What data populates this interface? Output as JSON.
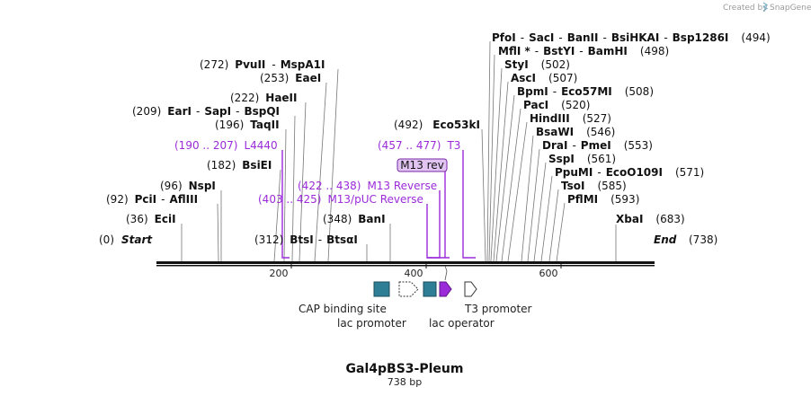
{
  "credit": {
    "created_by": "Created by",
    "brand": "SnapGene"
  },
  "map": {
    "title": "Gal4pBS3-Pleum",
    "length_label": "738 bp",
    "start_label": "Start",
    "start_pos": "(0)",
    "end_label": "End",
    "end_pos": "(738)",
    "ticks": [
      "200",
      "400",
      "600"
    ]
  },
  "sites": [
    {
      "pos": "(494)",
      "names": [
        "PfoI",
        "SacI",
        "BanII",
        "BsiHKAI",
        "Bsp1286I"
      ]
    },
    {
      "pos": "(498)",
      "names": [
        "MflI *",
        "BstYI",
        "BamHI"
      ]
    },
    {
      "pos": "(502)",
      "names": [
        "StyI"
      ]
    },
    {
      "pos": "(507)",
      "names": [
        "AscI"
      ]
    },
    {
      "pos": "(508)",
      "names": [
        "BpmI",
        "Eco57MI"
      ]
    },
    {
      "pos": "(520)",
      "names": [
        "PacI"
      ]
    },
    {
      "pos": "(527)",
      "names": [
        "HindIII"
      ]
    },
    {
      "pos": "(546)",
      "names": [
        "BsaWI"
      ]
    },
    {
      "pos": "(553)",
      "names": [
        "DraI",
        "PmeI"
      ]
    },
    {
      "pos": "(561)",
      "names": [
        "SspI"
      ]
    },
    {
      "pos": "(571)",
      "names": [
        "PpuMI",
        "EcoO109I"
      ]
    },
    {
      "pos": "(585)",
      "names": [
        "TsoI"
      ]
    },
    {
      "pos": "(593)",
      "names": [
        "PflMI"
      ]
    },
    {
      "pos": "(683)",
      "names": [
        "XbaI"
      ]
    },
    {
      "pos": "(272)",
      "names": [
        "PvuII",
        "MspA1I"
      ]
    },
    {
      "pos": "(253)",
      "names": [
        "EaeI"
      ]
    },
    {
      "pos": "(222)",
      "names": [
        "HaeII"
      ]
    },
    {
      "pos": "(209)",
      "names": [
        "EarI",
        "SapI",
        "BspQI"
      ]
    },
    {
      "pos": "(196)",
      "names": [
        "TaqII"
      ]
    },
    {
      "pos": "(182)",
      "names": [
        "BsiEI"
      ]
    },
    {
      "pos": "(96)",
      "names": [
        "NspI"
      ]
    },
    {
      "pos": "(92)",
      "names": [
        "PciI",
        "AflIII"
      ]
    },
    {
      "pos": "(36)",
      "names": [
        "EciI"
      ]
    },
    {
      "pos": "(348)",
      "names": [
        "BanI"
      ]
    },
    {
      "pos": "(312)",
      "names": [
        "BtsI",
        "BtsαI"
      ]
    },
    {
      "pos": "(492)",
      "names": [
        "Eco53kI"
      ]
    }
  ],
  "primers": [
    {
      "range": "(190 .. 207)",
      "name": "L4440"
    },
    {
      "range": "(457 .. 477)",
      "name": "T3"
    },
    {
      "range": "(422 .. 438)",
      "name": "M13 Reverse"
    },
    {
      "range": "(403 .. 425)",
      "name": "M13/pUC Reverse"
    }
  ],
  "primer_box": "M13 rev",
  "features": [
    {
      "name": "CAP binding site"
    },
    {
      "name": "lac promoter"
    },
    {
      "name": "lac operator"
    },
    {
      "name": "T3 promoter"
    }
  ],
  "colors": {
    "teal": "#2e7f95",
    "purple": "#9b2bd9",
    "primer_fill": "#e2c4f3",
    "backbone": "#111111"
  }
}
